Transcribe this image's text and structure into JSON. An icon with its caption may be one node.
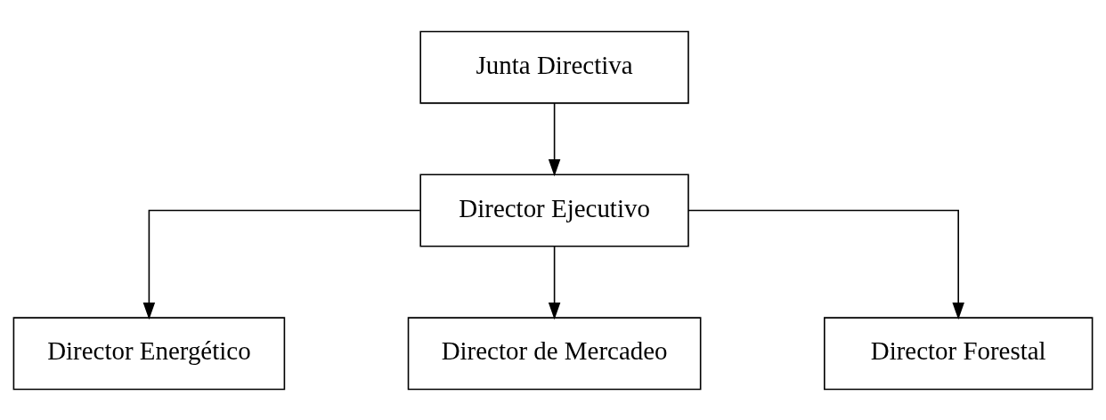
{
  "diagram": {
    "nodes": [
      {
        "text": [
          "Junta Directiva"
        ]
      },
      {
        "text": [
          "Director Ejecutivo"
        ]
      },
      {
        "text": [
          "Director Energético"
        ]
      },
      {
        "text": [
          "Director de Mercadeo"
        ]
      },
      {
        "text": [
          "Director Forestal"
        ]
      }
    ],
    "edges": [
      {
        "from": 0,
        "to": 1,
        "arrow": "to"
      },
      {
        "from": 1,
        "to": 2,
        "arrow": "to"
      },
      {
        "from": 1,
        "to": 3,
        "arrow": "to"
      },
      {
        "from": 1,
        "to": 4,
        "arrow": "to"
      }
    ]
  }
}
